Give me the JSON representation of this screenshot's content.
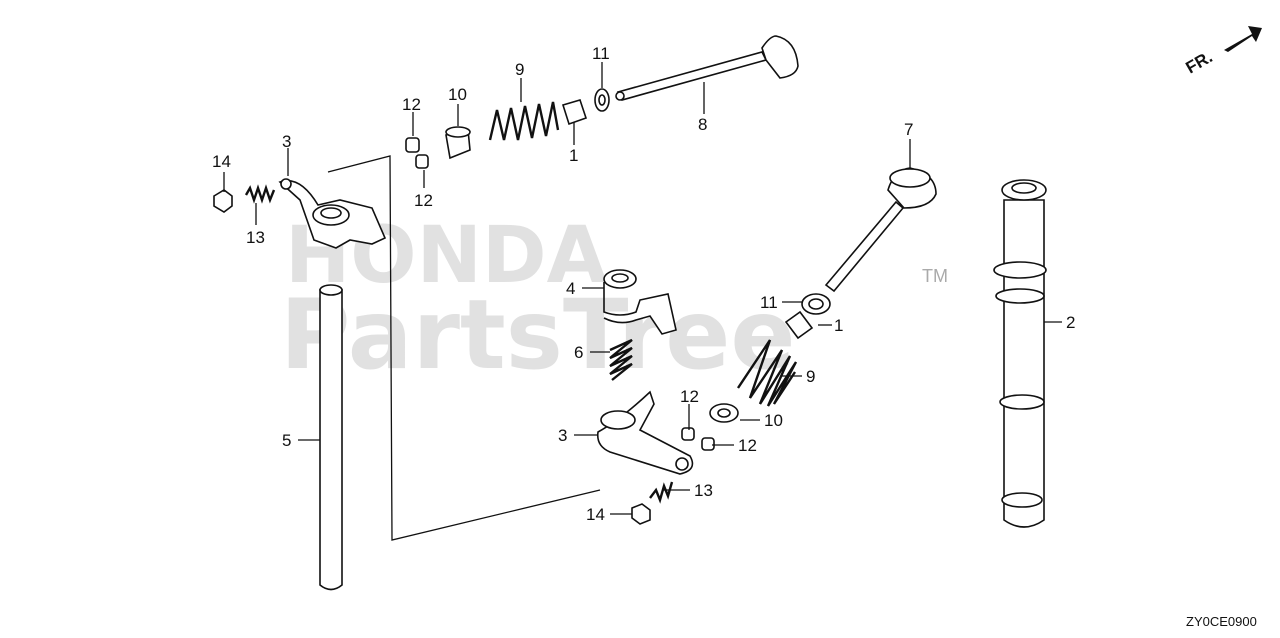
{
  "diagram": {
    "code": "ZY0CE0900",
    "front_marker": "FR.",
    "watermark": {
      "brand": "HONDA",
      "site": "PartsTree",
      "mark": "TM"
    },
    "callouts": [
      {
        "id": "c1",
        "text": "14"
      },
      {
        "id": "c2",
        "text": "13"
      },
      {
        "id": "c3",
        "text": "3"
      },
      {
        "id": "c4",
        "text": "12"
      },
      {
        "id": "c5",
        "text": "12"
      },
      {
        "id": "c6",
        "text": "10"
      },
      {
        "id": "c7",
        "text": "9"
      },
      {
        "id": "c8",
        "text": "1"
      },
      {
        "id": "c9",
        "text": "11"
      },
      {
        "id": "c10",
        "text": "8"
      },
      {
        "id": "c11",
        "text": "7"
      },
      {
        "id": "c12",
        "text": "4"
      },
      {
        "id": "c13",
        "text": "6"
      },
      {
        "id": "c14",
        "text": "5"
      },
      {
        "id": "c15",
        "text": "11"
      },
      {
        "id": "c16",
        "text": "1"
      },
      {
        "id": "c17",
        "text": "9"
      },
      {
        "id": "c18",
        "text": "12"
      },
      {
        "id": "c19",
        "text": "10"
      },
      {
        "id": "c20",
        "text": "12"
      },
      {
        "id": "c21",
        "text": "3"
      },
      {
        "id": "c22",
        "text": "13"
      },
      {
        "id": "c23",
        "text": "14"
      },
      {
        "id": "c24",
        "text": "2"
      }
    ]
  }
}
